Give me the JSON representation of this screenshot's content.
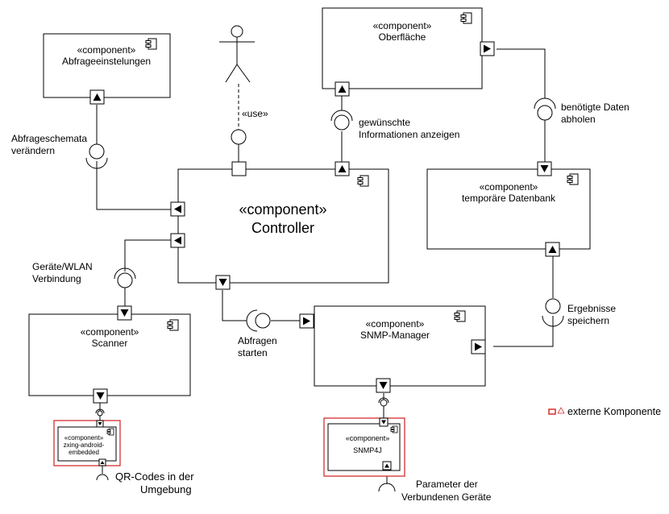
{
  "stereotype": "«component»",
  "components": {
    "abfrage": "Abfrageeinstelungen",
    "oberflaeche": "Oberfläche",
    "controller": "Controller",
    "datenbank": "temporäre Datenbank",
    "scanner": "Scanner",
    "snmp_manager": "SNMP-Manager",
    "zxing": [
      "zxing-android-",
      "embedded"
    ],
    "snmp4j": "SNMP4J"
  },
  "labels": {
    "use": "«use»",
    "abfrageschemata": [
      "Abfrageschemata",
      "verändern"
    ],
    "gewuenschte": [
      "gewünschte",
      "Informationen anzeigen"
    ],
    "benoetigte": [
      "benötigte Daten",
      "abholen"
    ],
    "geraete": [
      "Geräte/WLAN",
      "Verbindung"
    ],
    "abfragen": [
      "Abfragen",
      "starten"
    ],
    "ergebnisse": [
      "Ergebnisse",
      "speichern"
    ],
    "qr": [
      "QR-Codes in der",
      "Umgebung"
    ],
    "parameter": [
      "Parameter der",
      "Verbundenen Geräte"
    ]
  },
  "legend": {
    "text": "externe Komponente"
  },
  "colors": {
    "external_border": "#d32f2f",
    "line": "#000000"
  }
}
